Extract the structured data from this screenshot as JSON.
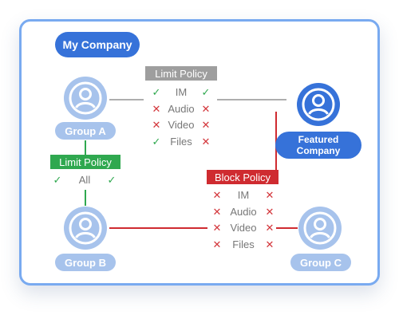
{
  "company": {
    "label": "My Company"
  },
  "groups": {
    "a": {
      "label": "Group A"
    },
    "b": {
      "label": "Group B"
    },
    "c": {
      "label": "Group C"
    }
  },
  "featured": {
    "label_line1": "Featured",
    "label_line2": "Company"
  },
  "policies": {
    "limit_policy_top": {
      "title": "Limit Policy",
      "rows": [
        {
          "label": "IM",
          "left": "check",
          "right": "check"
        },
        {
          "label": "Audio",
          "left": "cross",
          "right": "cross"
        },
        {
          "label": "Video",
          "left": "cross",
          "right": "cross"
        },
        {
          "label": "Files",
          "left": "check",
          "right": "cross"
        }
      ]
    },
    "limit_policy_side": {
      "title": "Limit Policy",
      "rows": [
        {
          "label": "All",
          "left": "check",
          "right": "check"
        }
      ]
    },
    "block_policy": {
      "title": "Block Policy",
      "rows": [
        {
          "label": "IM",
          "left": "cross",
          "right": "cross"
        },
        {
          "label": "Audio",
          "left": "cross",
          "right": "cross"
        },
        {
          "label": "Video",
          "left": "cross",
          "right": "cross"
        },
        {
          "label": "Files",
          "left": "cross",
          "right": "cross"
        }
      ]
    }
  },
  "glyphs": {
    "check": "✓",
    "cross": "✕"
  },
  "colors": {
    "brand_blue": "#3672d9",
    "muted_blue": "#a7c3ec",
    "card_border": "#79aaf0",
    "limit_gray": "#9e9e9e",
    "limit_green": "#2fa84f",
    "block_red": "#cf2b30"
  }
}
